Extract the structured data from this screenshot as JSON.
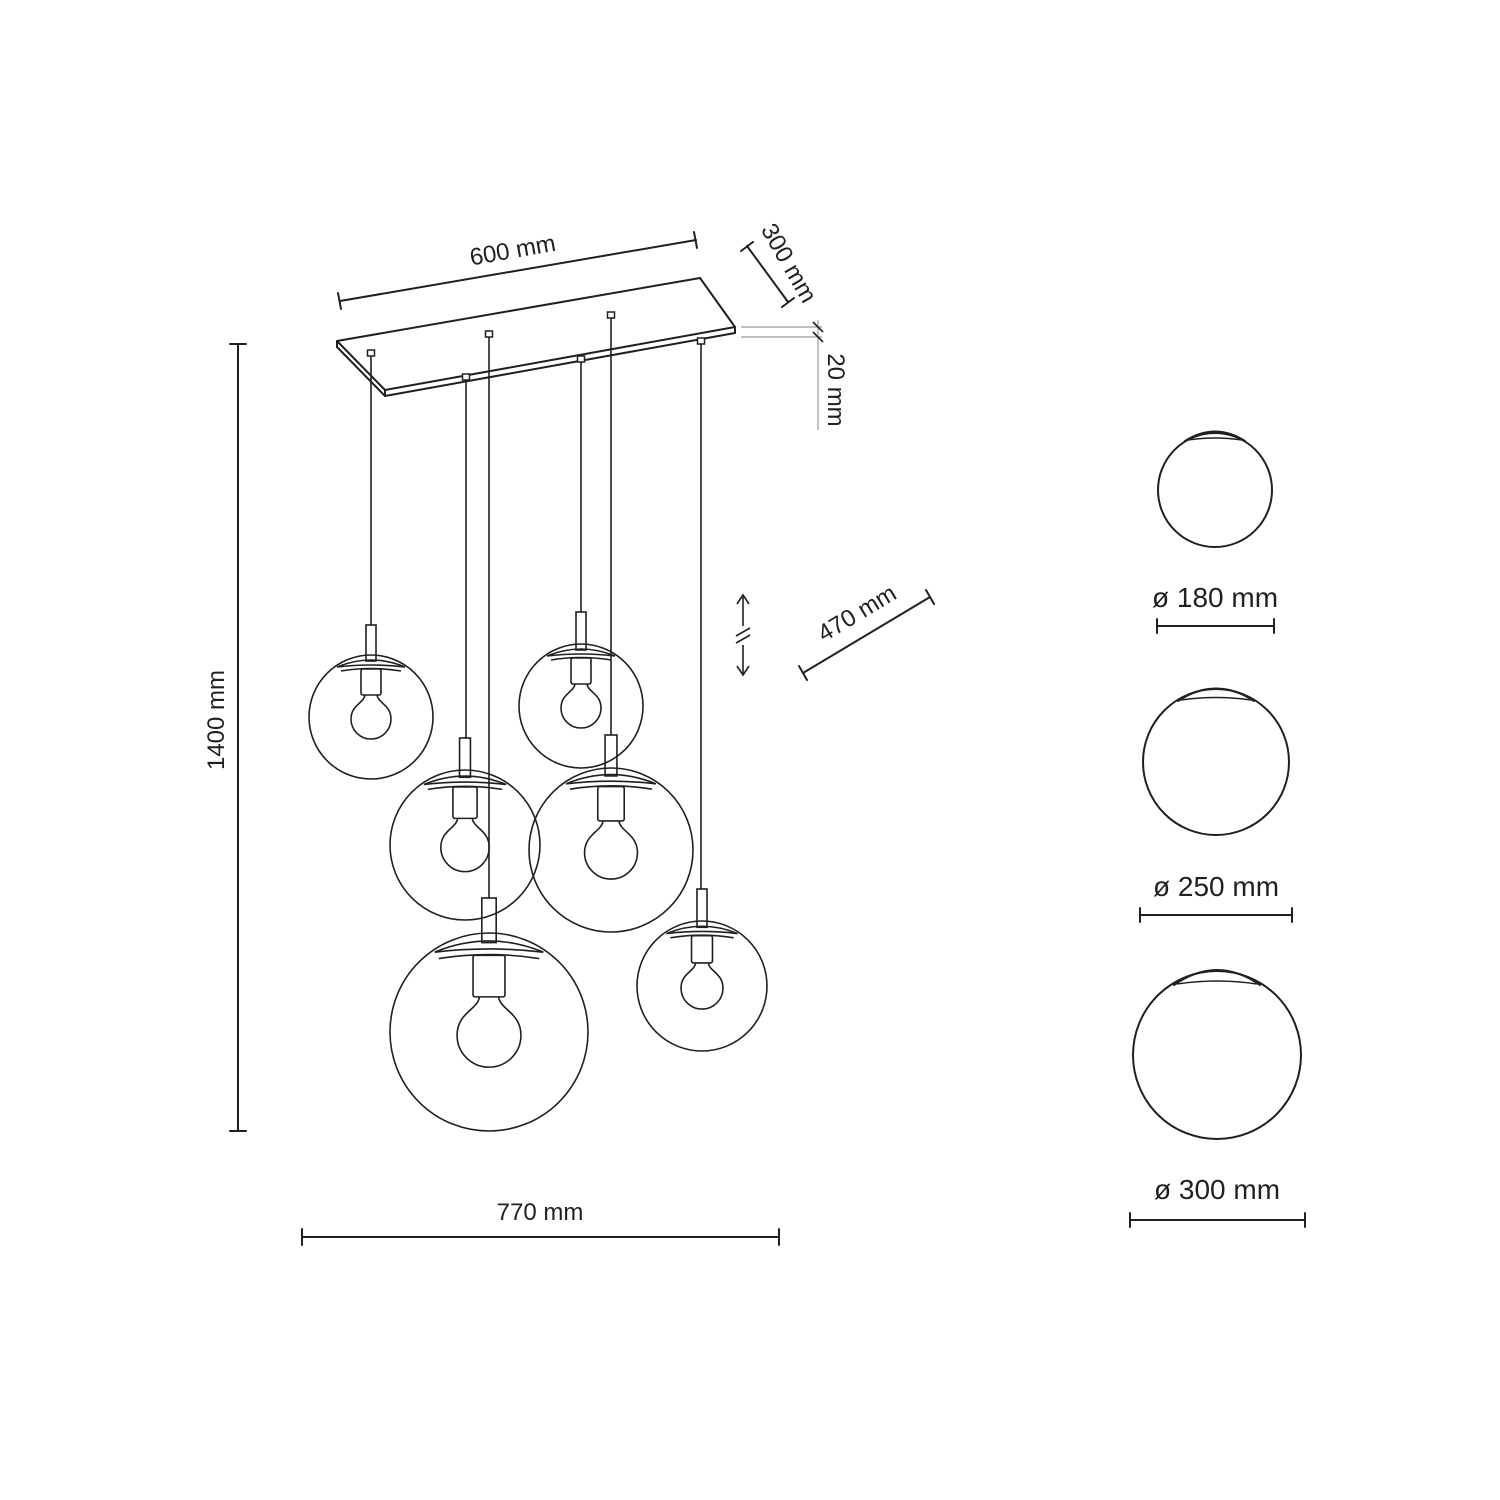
{
  "dimensions": {
    "canopy_length": "600 mm",
    "canopy_width": "300 mm",
    "canopy_height": "20 mm",
    "total_height": "1400 mm",
    "total_width": "770 mm",
    "depth": "470 mm"
  },
  "shade_options": [
    {
      "diameter": "ø 180 mm"
    },
    {
      "diameter": "ø 250 mm"
    },
    {
      "diameter": "ø 300 mm"
    }
  ],
  "colors": {
    "line": "#231f20",
    "background": "#ffffff"
  }
}
